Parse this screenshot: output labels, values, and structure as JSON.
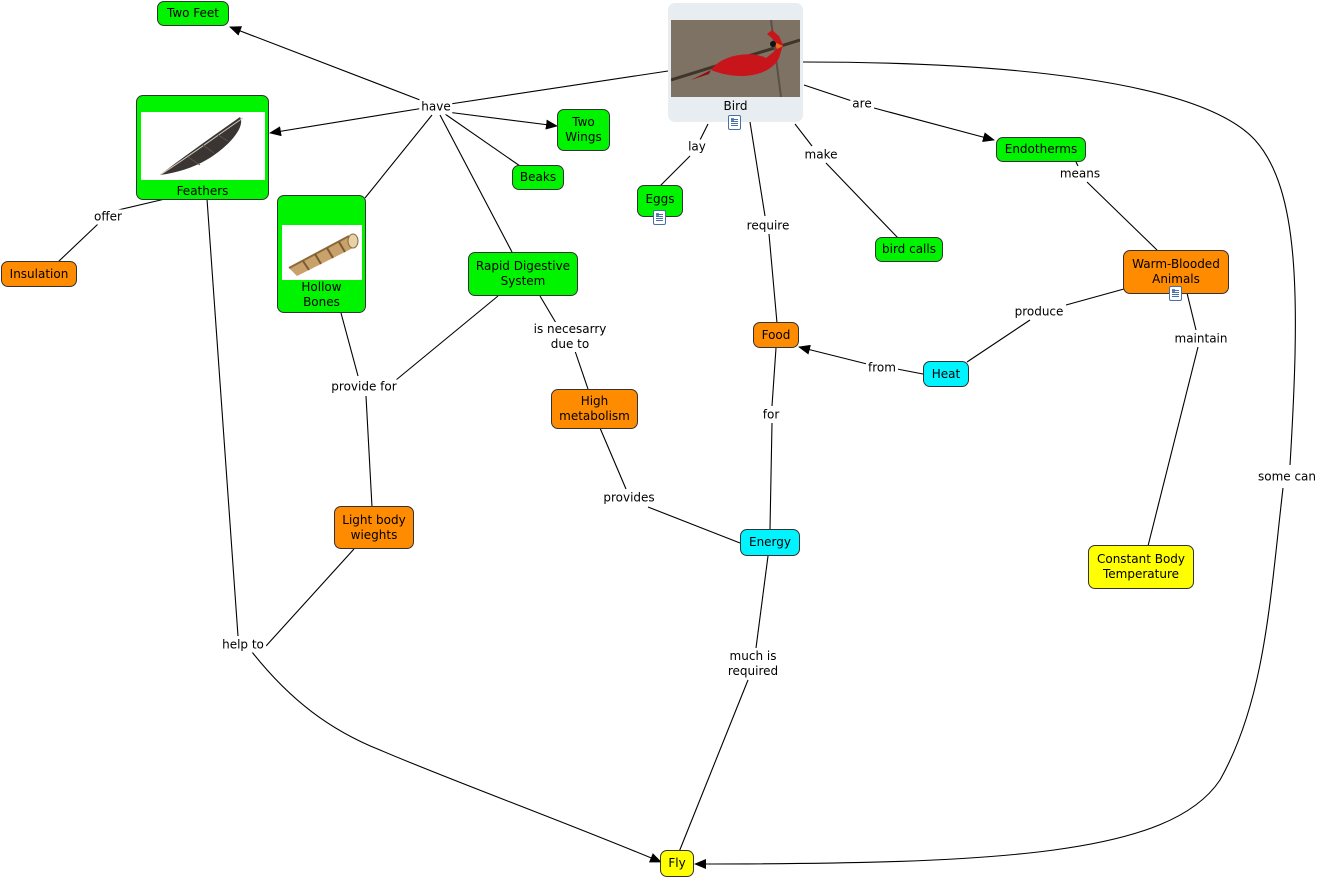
{
  "nodes": {
    "bird": "Bird",
    "two_feet": "Two Feet",
    "feathers": "Feathers",
    "insulation": "Insulation",
    "hollow_bones": "Hollow Bones",
    "two_wings": "Two Wings",
    "beaks": "Beaks",
    "rapid_digestive": "Rapid Digestive System",
    "eggs": "Eggs",
    "bird_calls": "bird calls",
    "endotherms": "Endotherms",
    "warm_blooded": "Warm-Blooded Animals",
    "food": "Food",
    "heat": "Heat",
    "high_metabolism": "High metabolism",
    "light_body": "Light body wieghts",
    "energy": "Energy",
    "constant_temp": "Constant Body Temperature",
    "fly": "Fly"
  },
  "links": {
    "have": "have",
    "offer": "offer",
    "lay": "lay",
    "require": "require",
    "make": "make",
    "are": "are",
    "means": "means",
    "produce": "produce",
    "maintain": "maintain",
    "from": "from",
    "for": "for",
    "is_necessary": "is necesarry due to",
    "provide_for": "provide for",
    "provides": "provides",
    "help_to": "help to",
    "much_required": "much is required",
    "some_can": "some can"
  },
  "colors": {
    "green": "#00f400",
    "orange": "#ff8c00",
    "cyan": "#00f4ff",
    "yellow": "#ffff00",
    "bird_bg": "#e8edf2"
  }
}
